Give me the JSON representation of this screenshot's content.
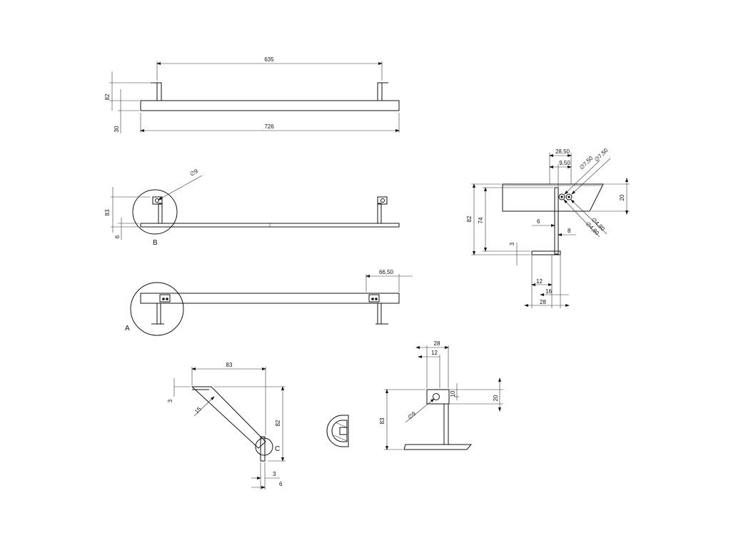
{
  "drawing": {
    "views": {
      "top": {
        "dim_mount_span": "635",
        "dim_height": "82",
        "dim_depth": "30",
        "dim_overall_length": "726"
      },
      "side": {
        "dim_hole_dia": "∅9",
        "dim_height": "83",
        "dim_thickness": "6",
        "detail_label": "B"
      },
      "plan": {
        "dim_offset": "66,50",
        "detail_label": "A"
      },
      "section_right": {
        "dim_28_50": "28,50",
        "dim_9_50": "9,50",
        "dim_dia_7_50_a": "∅7,50",
        "dim_dia_7_50_b": "∅7,50",
        "dim_20": "20",
        "dim_82": "82",
        "dim_74": "74",
        "dim_6": "6",
        "dim_8": "8",
        "dim_dia_4_80_a": "∅4,80",
        "dim_dia_4_80_b": "∅4,80",
        "dim_3": "3",
        "dim_12": "12",
        "dim_16": "16",
        "dim_28": "28"
      },
      "bracket_detail": {
        "dim_83": "83",
        "dim_3_top": "3",
        "dim_15": "15",
        "dim_82": "82",
        "dim_3_bottom": "3",
        "dim_6": "6",
        "detail_label": "C"
      },
      "front_detail": {
        "dim_28": "28",
        "dim_12": "12",
        "dim_10": "10",
        "dim_20": "20",
        "dim_hole_dia": "∅9",
        "dim_83": "83"
      }
    }
  }
}
